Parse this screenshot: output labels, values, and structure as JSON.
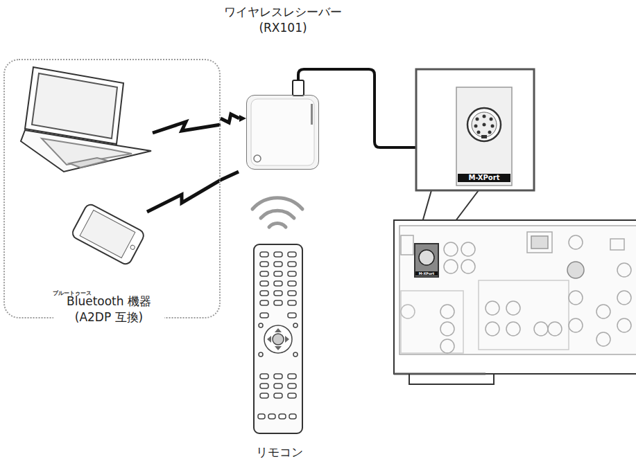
{
  "diagram": {
    "nodes": [
      {
        "text": [
          "Bluetooth 機器 (A2DP 互換)"
        ]
      },
      {
        "text": [
          "ワイヤレスレシーバー (RX101)"
        ]
      },
      {
        "text": [
          "リモコン"
        ]
      }
    ],
    "edges": [
      {
        "from": 0,
        "to": 1,
        "arrow": "to"
      }
    ],
    "labels": [
      "ブルートゥース",
      "M-XPort",
      "M-XPort"
    ]
  }
}
